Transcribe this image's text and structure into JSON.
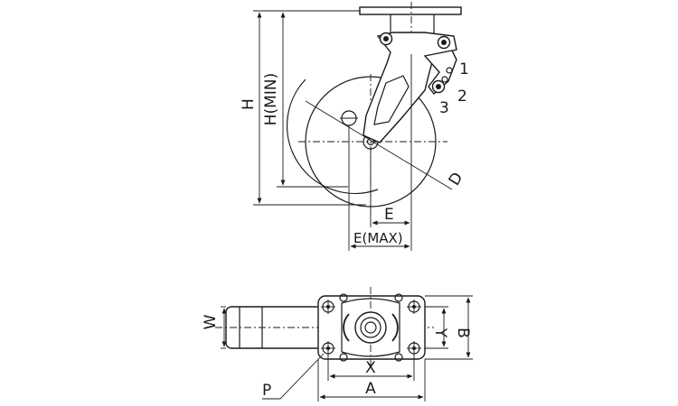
{
  "labels": {
    "H": "H",
    "H_MIN": "H(MIN)",
    "D": "D",
    "E": "E",
    "E_MAX": "E(MAX)",
    "pos1": "1",
    "pos2": "2",
    "pos3": "3",
    "W": "W",
    "Y": "Y",
    "B": "B",
    "X": "X",
    "A": "A",
    "P": "P"
  }
}
